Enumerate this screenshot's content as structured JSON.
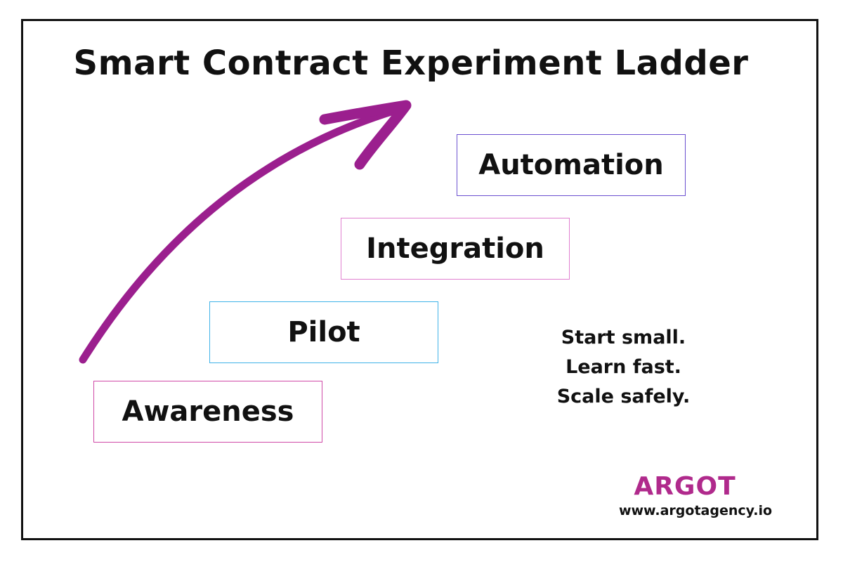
{
  "title": "Smart Contract Experiment Ladder",
  "steps": [
    {
      "label": "Awareness",
      "color": "#d04aa8"
    },
    {
      "label": "Pilot",
      "color": "#3fb3e8"
    },
    {
      "label": "Integration",
      "color": "#e07fd0"
    },
    {
      "label": "Automation",
      "color": "#6a4fd0"
    }
  ],
  "tagline": [
    "Start small.",
    "Learn fast.",
    "Scale safely."
  ],
  "brand": {
    "logo": "ARGOT",
    "website": "www.argotagency.io",
    "color": "#b02a8c"
  },
  "arrow": {
    "color": "#9b1f8e",
    "icon": "curved-up-arrow"
  }
}
